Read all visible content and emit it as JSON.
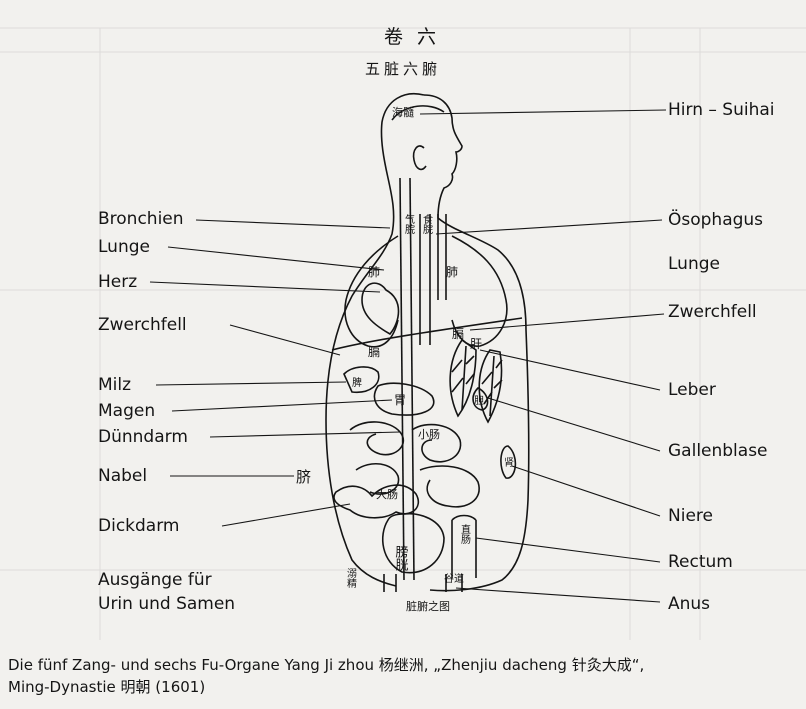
{
  "header": {
    "volume_title": "卷六",
    "subtitle": "五脏六腑"
  },
  "figure": {
    "caption_cn": "脏腑之图",
    "organ_chars": {
      "brain": "海髓",
      "esophagus": "食脘",
      "trachea": "气脘",
      "lung_left": "肺",
      "lung_right": "肺",
      "diaphragm_left": "膈",
      "diaphragm_right": "膈",
      "liver": "肝",
      "spleen": "脾",
      "stomach": "胃",
      "gallbladder": "胆",
      "kidney": "肾",
      "small_intestine": "小肠",
      "large_intestine": "大肠",
      "bladder": "膀胱",
      "rectum": "直肠",
      "urine_outlet": "溺精",
      "anus": "谷道"
    }
  },
  "labels_left": {
    "bronchien": "Bronchien",
    "lunge": "Lunge",
    "herz": "Herz",
    "zwerchfell": "Zwerchfell",
    "milz": "Milz",
    "magen": "Magen",
    "duenndarm": "Dünndarm",
    "nabel": "Nabel",
    "dickdarm": "Dickdarm",
    "ausgaenge_1": "Ausgänge für",
    "ausgaenge_2": "Urin und Samen"
  },
  "labels_right": {
    "hirn": "Hirn – Suihai",
    "oesophagus": "Ösophagus",
    "lunge": "Lunge",
    "zwerchfell": "Zwerchfell",
    "leber": "Leber",
    "gallenblase": "Gallenblase",
    "niere": "Niere",
    "rectum": "Rectum",
    "anus": "Anus"
  },
  "caption": {
    "line1": "Die fünf Zang- und sechs Fu-Organe Yang Ji zhou 杨继洲, „Zhenjiu dacheng 针灸大成“,",
    "line2": "Ming-Dynastie 明朝 (1601)"
  },
  "colors": {
    "ink": "#151515",
    "paper": "#f2f1ee"
  }
}
